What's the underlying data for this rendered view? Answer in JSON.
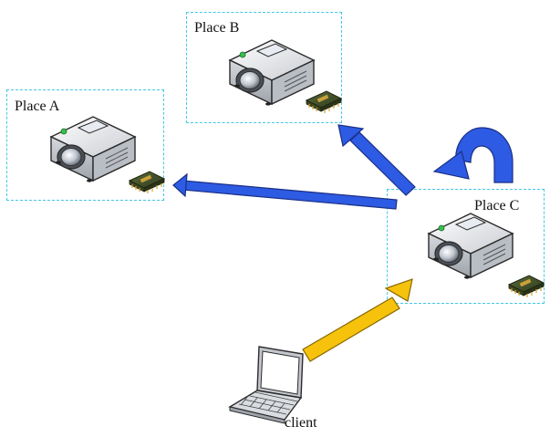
{
  "nodes": {
    "place_a": {
      "label": "Place A"
    },
    "place_b": {
      "label": "Place B"
    },
    "place_c": {
      "label": "Place C"
    },
    "client": {
      "label": "client"
    }
  },
  "colors": {
    "box_border": "#41c9e4",
    "migration_arrow": "#2d5be3",
    "client_arrow": "#f6c20c",
    "self_loop_arrow": "#2d5be3"
  },
  "icons": {
    "place_a": "projector-icon",
    "place_b": "projector-icon",
    "place_c": "projector-icon",
    "client": "laptop-icon"
  }
}
